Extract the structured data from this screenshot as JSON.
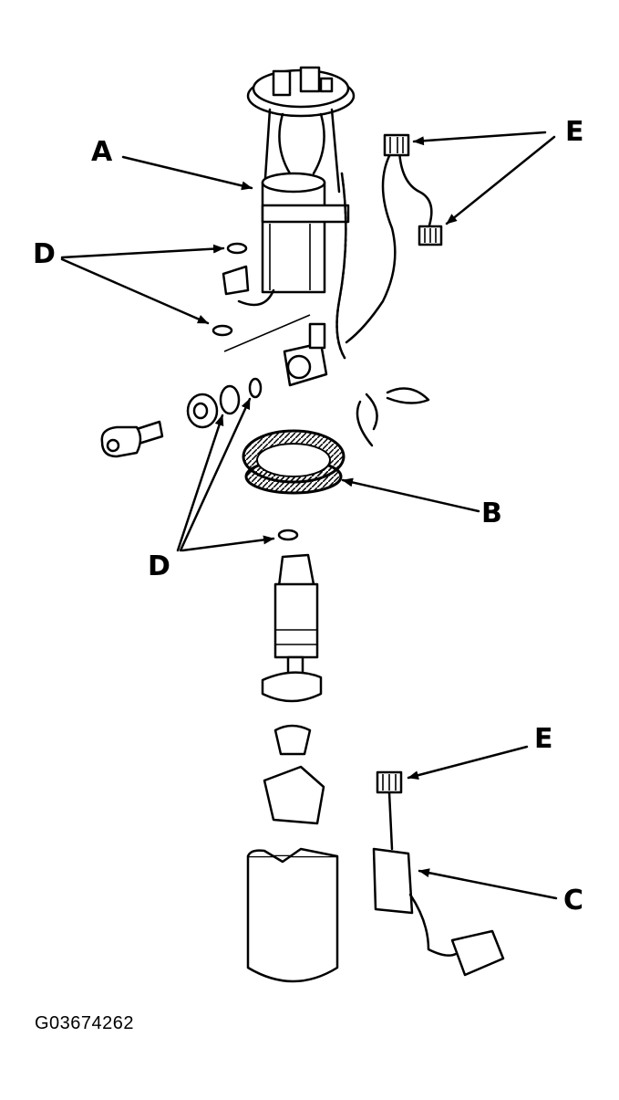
{
  "callouts": {
    "a": "A",
    "b": "B",
    "c": "C",
    "d_top": "D",
    "d_bottom": "D",
    "e_top": "E",
    "e_bottom": "E"
  },
  "figure_id": "G03674262",
  "colors": {
    "line": "#000000",
    "background": "#ffffff"
  }
}
